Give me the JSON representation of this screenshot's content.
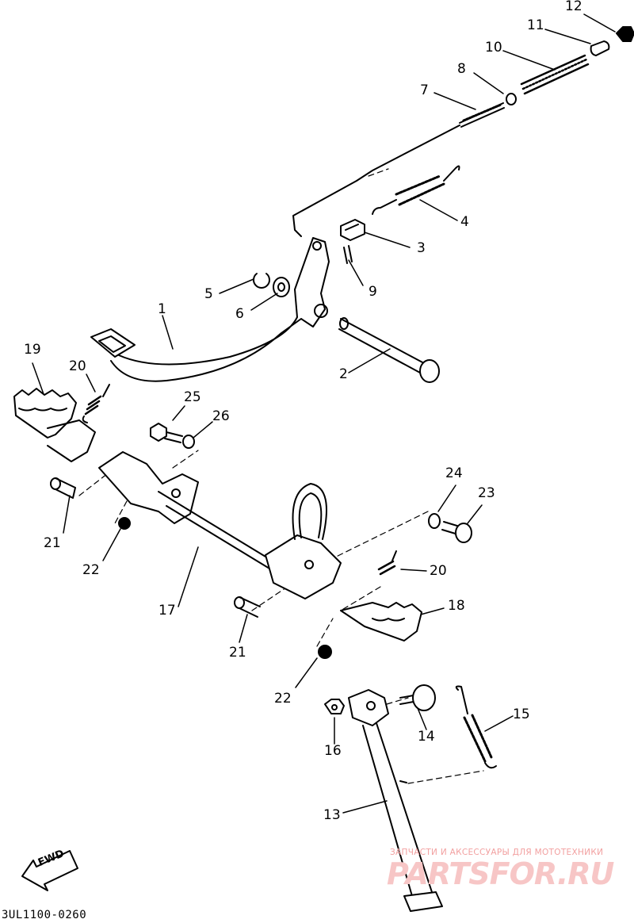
{
  "diagram": {
    "part_code": "3UL1100-0260",
    "fwd_label": "FWD",
    "labels": [
      {
        "id": "1",
        "text": "1"
      },
      {
        "id": "2",
        "text": "2"
      },
      {
        "id": "3",
        "text": "3"
      },
      {
        "id": "4",
        "text": "4"
      },
      {
        "id": "5",
        "text": "5"
      },
      {
        "id": "6",
        "text": "6"
      },
      {
        "id": "7",
        "text": "7"
      },
      {
        "id": "8",
        "text": "8"
      },
      {
        "id": "9",
        "text": "9"
      },
      {
        "id": "10",
        "text": "10"
      },
      {
        "id": "11",
        "text": "11"
      },
      {
        "id": "12",
        "text": "12"
      },
      {
        "id": "13",
        "text": "13"
      },
      {
        "id": "14",
        "text": "14"
      },
      {
        "id": "15",
        "text": "15"
      },
      {
        "id": "16",
        "text": "16"
      },
      {
        "id": "17",
        "text": "17"
      },
      {
        "id": "18",
        "text": "18"
      },
      {
        "id": "19",
        "text": "19"
      },
      {
        "id": "20a",
        "text": "20"
      },
      {
        "id": "20b",
        "text": "20"
      },
      {
        "id": "21a",
        "text": "21"
      },
      {
        "id": "21b",
        "text": "21"
      },
      {
        "id": "22a",
        "text": "22"
      },
      {
        "id": "22b",
        "text": "22"
      },
      {
        "id": "23",
        "text": "23"
      },
      {
        "id": "24",
        "text": "24"
      },
      {
        "id": "25",
        "text": "25"
      },
      {
        "id": "26",
        "text": "26"
      }
    ]
  },
  "watermark": {
    "tagline": "ЗАПЧАСТИ И АКСЕССУАРЫ ДЛЯ МОТОТЕХНИКИ",
    "brand": "PARTSFOR.RU",
    "color": "#f2a0a0"
  }
}
